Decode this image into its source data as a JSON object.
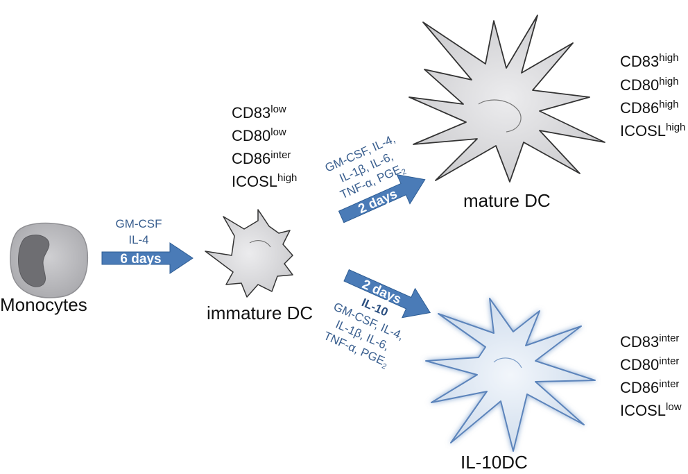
{
  "cells": {
    "monocytes": {
      "label": "Monocytes"
    },
    "immature": {
      "label": "immature DC"
    },
    "mature": {
      "label": "mature DC"
    },
    "il10": {
      "label": "IL-10DC"
    }
  },
  "arrows": {
    "a1": {
      "duration": "6 days",
      "cond": [
        "GM-CSF",
        "IL-4"
      ]
    },
    "a2": {
      "duration": "2 days",
      "cond": [
        "GM-CSF, IL-4,",
        "IL-1β, IL-6,",
        "TNF-α, PGE",
        "2"
      ]
    },
    "a3": {
      "duration": "2 days",
      "bold": "IL-10",
      "cond": [
        "GM-CSF, IL-4,",
        "IL-1β, IL-6,",
        "TNF-α, PGE",
        "2"
      ]
    }
  },
  "markers": {
    "immature": [
      {
        "name": "CD83",
        "level": "low"
      },
      {
        "name": "CD80",
        "level": "low"
      },
      {
        "name": "CD86",
        "level": "inter"
      },
      {
        "name": "ICOSL",
        "level": "high"
      }
    ],
    "mature": [
      {
        "name": "CD83",
        "level": "high"
      },
      {
        "name": "CD80",
        "level": "high"
      },
      {
        "name": "CD86",
        "level": "high"
      },
      {
        "name": "ICOSL",
        "level": "high"
      }
    ],
    "il10": [
      {
        "name": "CD83",
        "level": "inter"
      },
      {
        "name": "CD80",
        "level": "inter"
      },
      {
        "name": "CD86",
        "level": "inter"
      },
      {
        "name": "ICOSL",
        "level": "low"
      }
    ]
  },
  "colors": {
    "arrow": "#4a7bb7",
    "cell_gray": "#d9d9dc",
    "cell_blue": "#e3ebf5",
    "nucleus": "#7a7a7e",
    "condition_text": "#3a5f8f"
  }
}
